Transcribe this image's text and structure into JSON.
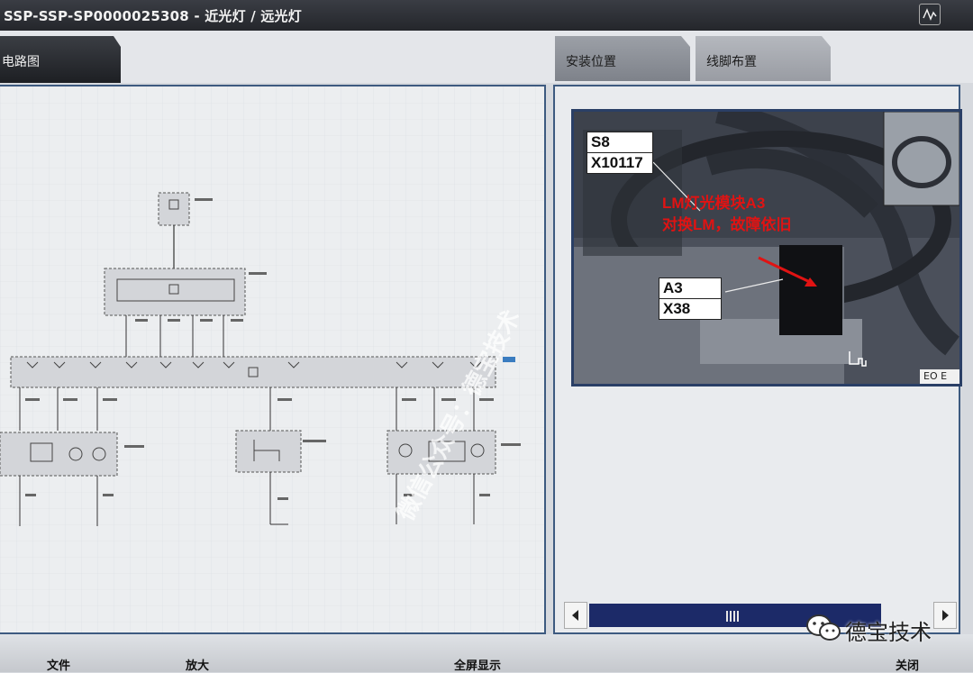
{
  "window": {
    "title": "SSP-SSP-SP0000025308 - 近光灯 / 远光灯"
  },
  "tabs": {
    "circuit": "电路图",
    "install_location": "安装位置",
    "pin_layout": "线脚布置"
  },
  "photo": {
    "connector_top": {
      "line1": "S8",
      "line2": "X10117"
    },
    "connector_bottom": {
      "line1": "A3",
      "line2": "X38"
    },
    "annotation": {
      "line1": "LM灯光模块A3",
      "line2": "对换LM，故障依旧"
    },
    "corner_label": "EO E"
  },
  "watermark": "微信公众号：德宝技术",
  "brand": "德宝技术",
  "bottom_buttons": {
    "file": "文件",
    "zoom": "放大",
    "fullscreen": "全屏显示",
    "close": "关闭"
  },
  "colors": {
    "titlebar": "#2a2d33",
    "panel_border": "#3d5a80",
    "annotation": "#e01313",
    "scroll_track": "#1c2a68"
  },
  "icons": {
    "window_button": "waveform-icon",
    "scroll_left": "triangle-left-icon",
    "scroll_right": "triangle-right-icon",
    "brand": "wechat-icon",
    "cursor": "hand-cursor-icon"
  }
}
